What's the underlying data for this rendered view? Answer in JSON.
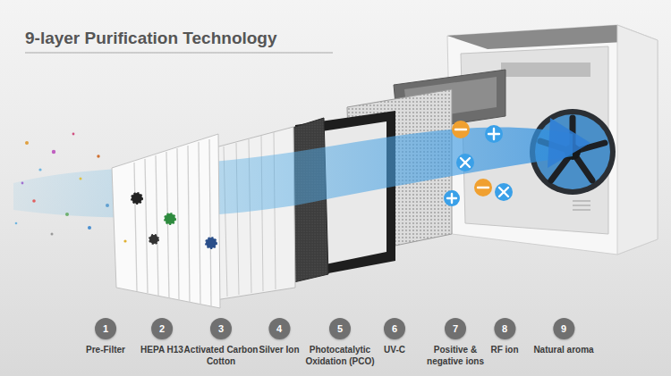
{
  "diagram": {
    "title": "9-layer Purification Technology",
    "nodes": [
      {
        "text": [
          "1",
          "Pre-Filter"
        ]
      },
      {
        "text": [
          "2",
          "HEPA H13"
        ]
      },
      {
        "text": [
          "3",
          "Activated Carbon Cotton"
        ]
      },
      {
        "text": [
          "4",
          "Silver Ion"
        ]
      },
      {
        "text": [
          "5",
          "Photocatalytic Oxidation (PCO)"
        ]
      },
      {
        "text": [
          "6",
          "UV-C"
        ]
      },
      {
        "text": [
          "7",
          "Positive & negative ions"
        ]
      },
      {
        "text": [
          "8",
          "RF ion"
        ]
      },
      {
        "text": [
          "9",
          "Natural aroma"
        ]
      }
    ]
  }
}
